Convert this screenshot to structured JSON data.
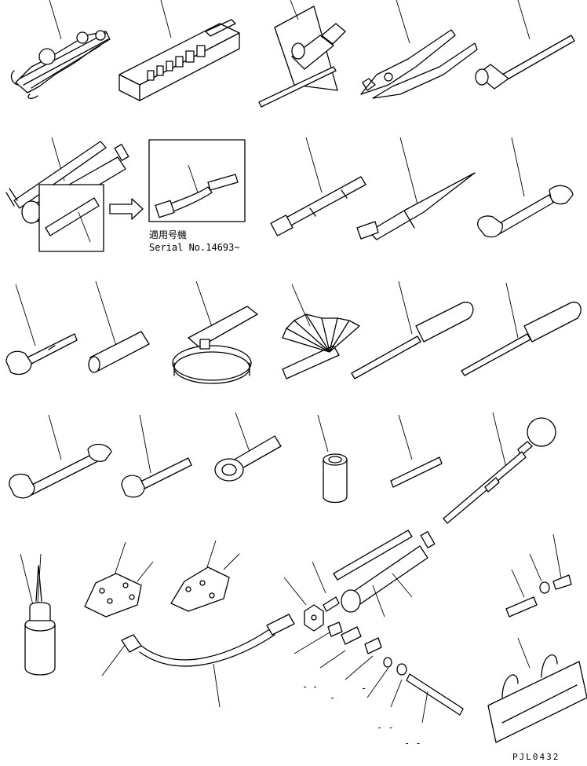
{
  "callout": {
    "applicability_label": "適用号機",
    "serial_label": "Serial No.14693~"
  },
  "drawing_code": "PJL0432",
  "minor_marks": [
    "-",
    "-",
    "-",
    "-",
    "- -",
    "- -"
  ]
}
